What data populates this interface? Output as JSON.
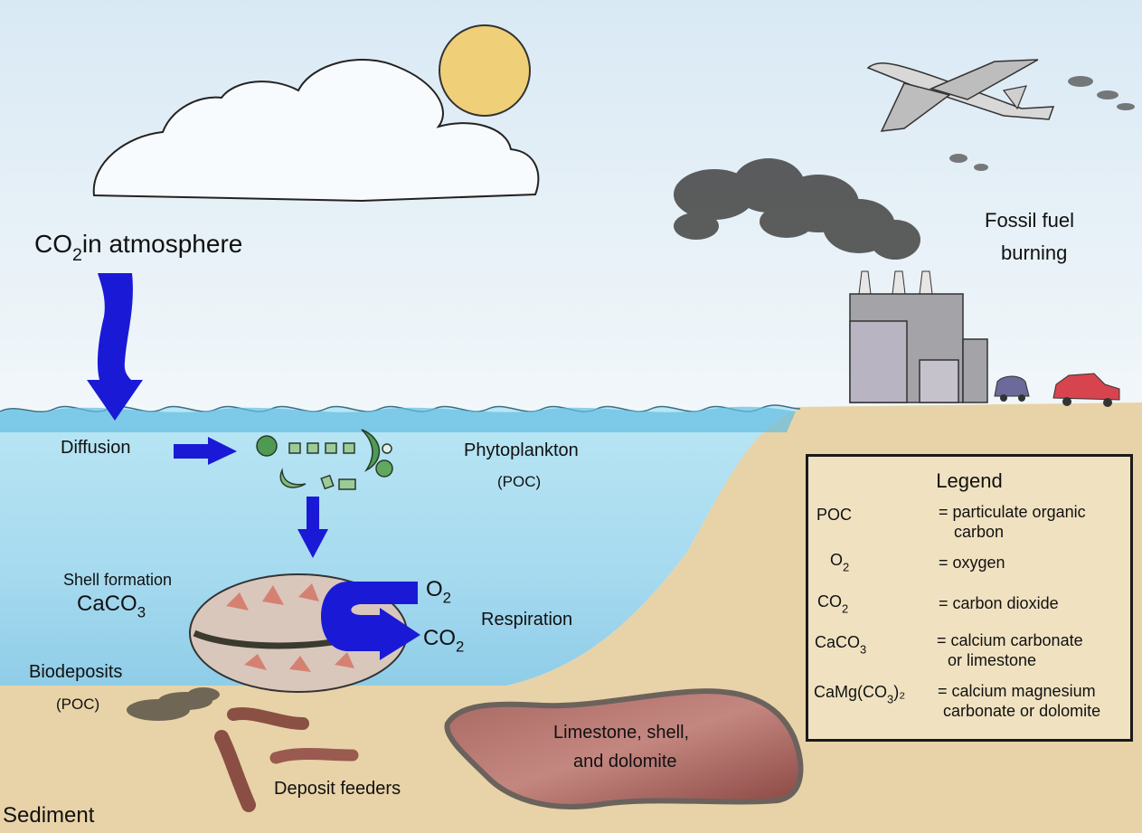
{
  "diagram": {
    "title": "Ocean carbon cycle with shellfish",
    "colors": {
      "arrow": "#1a1ad6",
      "sky": "#e4f0f8",
      "water": "#a8dcef",
      "water_surface": "#5ab8e0",
      "sand": "#e8d3a8",
      "rock": "#9c5550",
      "sun": "#f0cc6e",
      "smoke": "#4a4a4a"
    },
    "labels": {
      "co2_atmosphere": {
        "prefix": "CO",
        "sub": "2",
        "suffix": "in atmosphere"
      },
      "diffusion": "Diffusion",
      "phytoplankton": "Phytoplankton",
      "phytoplankton_poc": "(POC)",
      "shell_formation": "Shell formation",
      "caco3": {
        "prefix": "CaCO",
        "sub": "3"
      },
      "o2": {
        "prefix": "O",
        "sub": "2"
      },
      "co2": {
        "prefix": "CO",
        "sub": "2"
      },
      "respiration": "Respiration",
      "biodeposits": "Biodeposits",
      "biodeposits_poc": "(POC)",
      "deposit_feeders": "Deposit feeders",
      "sediment": "Sediment",
      "limestone_line1": "Limestone, shell,",
      "limestone_line2": "and dolomite",
      "fossil_line1": "Fossil fuel",
      "fossil_line2": "burning"
    },
    "legend": {
      "title": "Legend",
      "items": [
        {
          "term": "POC",
          "sub": "",
          "tail": "",
          "def1": "= particulate organic",
          "def2": "carbon"
        },
        {
          "term": "O",
          "sub": "2",
          "tail": "",
          "def1": "= oxygen",
          "def2": ""
        },
        {
          "term": "CO",
          "sub": "2",
          "tail": "",
          "def1": "= carbon dioxide",
          "def2": ""
        },
        {
          "term": "CaCO",
          "sub": "3",
          "tail": "",
          "def1": "= calcium carbonate",
          "def2": "or limestone"
        },
        {
          "term": "CaMg(CO",
          "sub": "3",
          "tail": ")₂",
          "def1": "= calcium magnesium",
          "def2": "carbonate or dolomite"
        }
      ]
    }
  }
}
